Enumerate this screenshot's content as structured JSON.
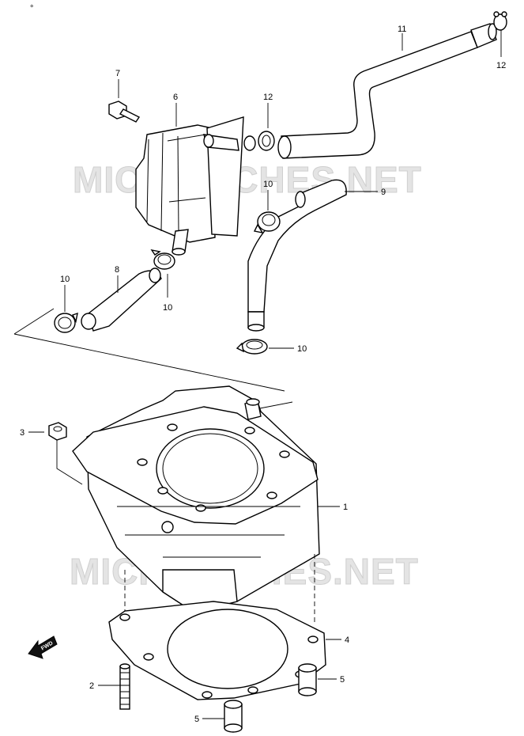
{
  "watermark": "MICROFICHES.NET",
  "fwd_label": "FWD",
  "callouts": {
    "c1": "1",
    "c2": "2",
    "c3": "3",
    "c4": "4",
    "c5a": "5",
    "c5b": "5",
    "c6": "6",
    "c7": "7",
    "c8": "8",
    "c9": "9",
    "c10a": "10",
    "c10b": "10",
    "c10c": "10",
    "c10d": "10",
    "c11": "11",
    "c12a": "12",
    "c12b": "12"
  }
}
